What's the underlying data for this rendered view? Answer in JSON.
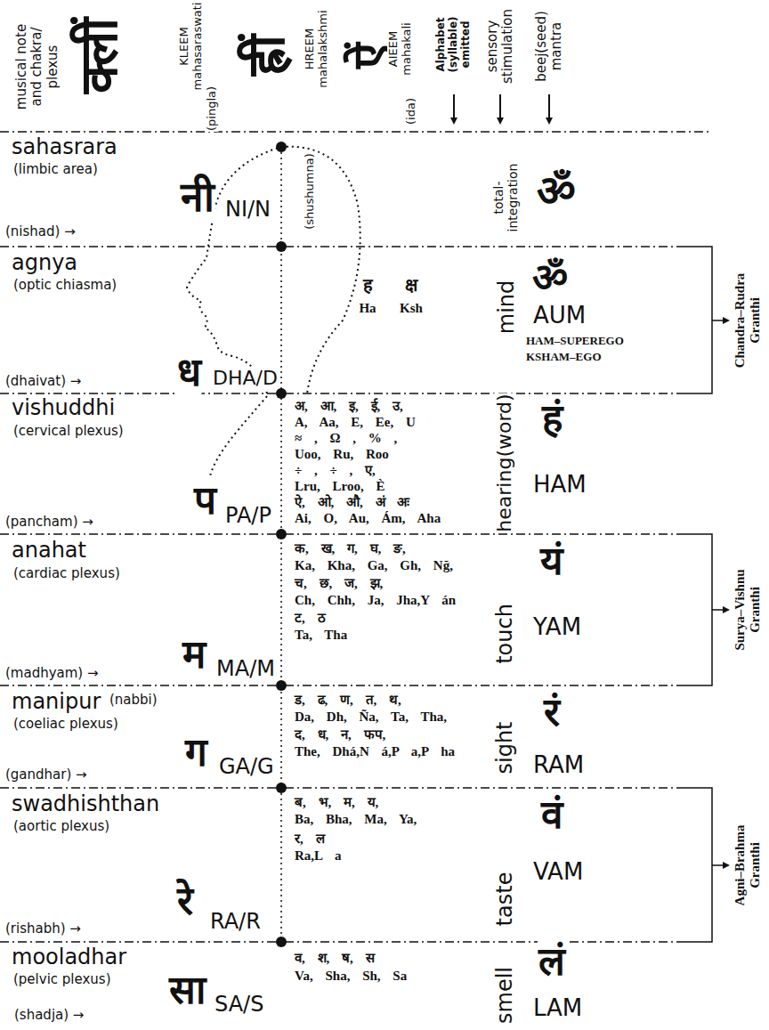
{
  "diagram": {
    "labels": [
      "musical note and chakra/ plexus",
      "क्लीं",
      "KLEEM mahasaraswati",
      "(pingla)",
      "ह्रीं",
      "HREEM mahalakshmi",
      "(shushumna)",
      "ऐं",
      "AIEEM mahakali",
      "(ida)",
      "Alphabet (syllable) emitted",
      "sensory stimulation",
      "beej(seed) mantra",
      "sahasrara",
      "(limbic area)",
      "नी",
      "NI/N",
      "(nishad) →",
      "ॐ",
      "total-integration",
      "agnya",
      "(optic chiasma)",
      "ह",
      "क्ष",
      "Ha",
      "Ksh",
      "mind",
      "ॐ",
      "AUM",
      "HAM–SUPEREGO",
      "KSHAM–EGO",
      "ध",
      "DHA/D",
      "(dhaivat) →",
      "vishuddhi",
      "(cervical plexus)",
      "अ, आ, इ, ई, उ,",
      "A, Aa, E, Ee, U",
      "≈ , Ω , % ,",
      "Uoo, Ru, Roo",
      "÷ , ÷ , ए,",
      "Lru, Lroo, È",
      "ऐ, ओ, औ, अं अः",
      "Ai, O, Au, Ám, Aha",
      "hearing(word)",
      "हं",
      "HAM",
      "प",
      "PA/P",
      "(pancham) →",
      "anahat",
      "(cardiac plexus)",
      "क, ख, ग, घ, ङ,",
      "Ka, Kha, Ga, Gh, Nğ,",
      "च, छ, ज, झ,",
      "Ch, Chh, Ja, Jha,Y án",
      "ट, ठ",
      "Ta, Tha",
      "touch",
      "यं",
      "YAM",
      "म",
      "MA/M",
      "(madhyam) →",
      "manipur",
      "(nabbi)",
      "(coeliac plexus)",
      "ड, ढ, ण, त, थ,",
      "Da, Dh, Ña, Ta, Tha,",
      "द, ध, न, फप,",
      "The, Dhá,N á,P a,P ha",
      "sight",
      "रं",
      "RAM",
      "ग",
      "GA/G",
      "(gandhar) →",
      "swadhishthan",
      "(aortic plexus)",
      "ब, भ, म, य,",
      "Ba, Bha, Ma, Ya,",
      "र, ल",
      "Ra,L a",
      "taste",
      "वं",
      "VAM",
      "रे",
      "RA/R",
      "(rishabh) →",
      "mooladhar",
      "(pelvic plexus)",
      "व, श, ष, स",
      "Va, Sha, Sh, Sa",
      "smell",
      "लं",
      "LAM",
      "सा",
      "SA/S",
      "(shadja) →",
      "Chandra–Rudra Granthi",
      "Surya–Vishnu Granthi",
      "Agni–Brahma Granthi"
    ]
  }
}
